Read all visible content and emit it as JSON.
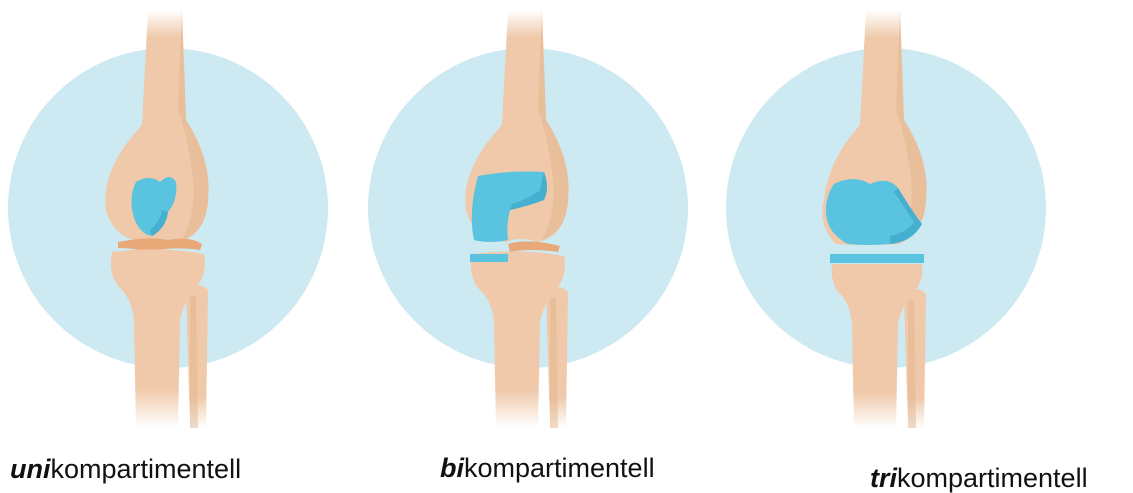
{
  "colors": {
    "circle": "#cde9f1",
    "bone": "#efc9a9",
    "bone_shade": "#e2b48e",
    "cartilage": "#e8a878",
    "implant": "#5ac3df",
    "implant_dark": "#3aa7c8"
  },
  "panels": [
    {
      "prefix": "uni",
      "suffix": "kompartimentell",
      "implant_icon": "unicompartmental-implant"
    },
    {
      "prefix": "bi",
      "suffix": "kompartimentell",
      "implant_icon": "bicompartmental-implant"
    },
    {
      "prefix": "tri",
      "suffix": "kompartimentell",
      "implant_icon": "tricompartmental-implant"
    }
  ]
}
